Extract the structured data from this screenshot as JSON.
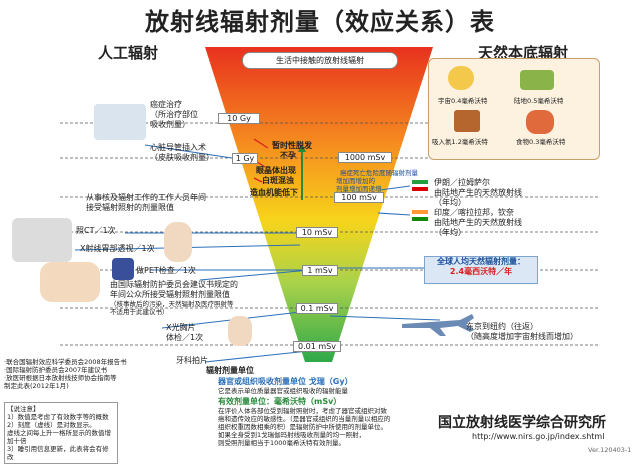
{
  "header": {
    "title": "放射线辐射剂量（效应关系）表",
    "left_heading": "人工辐射",
    "right_heading": "天然本底辐射"
  },
  "funnel": {
    "top_label": "生活中接触的放射线辐射",
    "scale": [
      "10 Gy",
      "1 Gy",
      "1000 mSv",
      "100 mSv",
      "10 mSv",
      "1 mSv",
      "0.1 mSv",
      "0.01 mSv"
    ],
    "unit_label": "辐射剂量单位"
  },
  "effects": {
    "e1": "暂时性脱发",
    "e2": "不孕",
    "e3": "眼晶体出现",
    "e4": "白斑混浊",
    "e5": "造血机能低下",
    "cancer_note1": "癌症死亡危险度随辐射剂量",
    "cancer_note2": "增加而增加的",
    "cancer_note3": "剂量增加而递增"
  },
  "left": {
    "cancer": [
      "癌症治疗",
      "（所治疗部位",
      "吸收剂量）"
    ],
    "heart": [
      "心脏导管插入术",
      "（皮肤吸收剂量）"
    ],
    "workers": [
      "从事核及辐射工作的工作人员年间",
      "接受辐射照射的剂量限值"
    ],
    "ct": "照CT／1次",
    "xray_stomach": "X射线胃部透视／1次",
    "pet": "做PET检查／1次",
    "public": [
      "由国际辐射防护委员会建议书规定的",
      "年间公众所接受辐射照射剂量限值",
      "（核事故后的污染，天然辐射及医疗照射等",
      "不适用于此建议书）"
    ],
    "chest": [
      "X光胸片",
      "体检／1次"
    ],
    "dental": "牙科拍片"
  },
  "right": {
    "cosmic": "宇宙0.4毫希沃特",
    "land": "陆地0.5毫希沃特",
    "radon": "吸入氡1.2毫希沃特",
    "food": "食物0.3毫希沃特",
    "iran": [
      "伊朗／拉姆萨尔",
      "由陆地产生的天然放射线",
      "（年均）"
    ],
    "india": [
      "印度／喀拉拉邦，钦奈",
      "由陆地产生的天然放射线",
      "（年均）"
    ],
    "world_avg": [
      "全球人均天然辐射剂量：",
      "2.4毫西沃特／年"
    ],
    "flight": [
      "东京到纽约（往返）",
      "（随高度增加宇宙射线而增加）"
    ]
  },
  "bottom": {
    "organ_title": "器官或组织吸收剂量单位 戈瑞（Gy）",
    "organ_desc": "它是表示单位质量器官或组织吸收的辐射能量",
    "eff_title": "有效剂量单位：毫希沃特（mSv）",
    "eff_lines": [
      "在评价人体各部位受到辐射照射时，考虑了器官或组织对致",
      "癌和遗传效应的敏感性。（是器官或组织的当量剂量以相应的",
      "组织权重因数相乘的积）是辐射防护中所使用的剂量单位。",
      "如果全身受到1戈瑞伽玛射线吸收剂量的均一照射，",
      "则受照剂量相当于1000毫希沃特有效剂量。"
    ],
    "sources": [
      "·联合国辐射效应科学委员会2008年报告书",
      "·国际辐射防护委员会2007年建议书",
      "·放医研根据日本放射线技师协会指南等",
      "  制定此表(2012年1月)"
    ],
    "notes_title": "【说注意】",
    "notes": [
      "1）数值是考虑了有效数字等的概数",
      "2）刻度（虚线）是对数显示。",
      "   虚线之间每上升一格所显示的数值增加十倍",
      "3）睡引用信息更新，此表将会有修改"
    ],
    "org": "国立放射线医学综合研究所",
    "url": "http://www.nirs.go.jp/index.shtml",
    "version": "Ver.120403-1"
  }
}
